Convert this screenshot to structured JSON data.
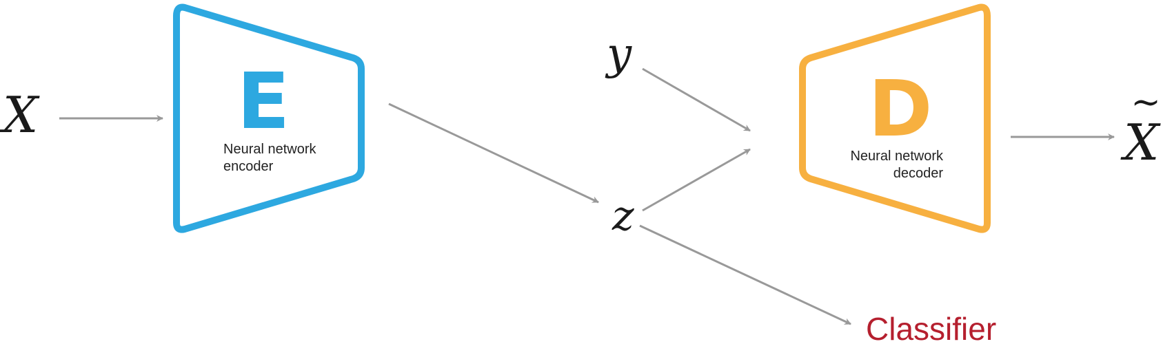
{
  "colors": {
    "encoder": "#2DA8E0",
    "decoder": "#F7B040",
    "arrow": "#999999",
    "classifier": "#B51F2E",
    "math": "#1a1a1a"
  },
  "input_symbol": "X",
  "output_symbol": "X",
  "output_accent": "~",
  "encoder": {
    "letter": "E",
    "caption_line1": "Neural network",
    "caption_line2": "encoder"
  },
  "decoder": {
    "letter": "D",
    "caption_line1": "Neural network",
    "caption_line2": "decoder"
  },
  "label_y": "y",
  "latent_z": "z",
  "classifier": "Classifier"
}
